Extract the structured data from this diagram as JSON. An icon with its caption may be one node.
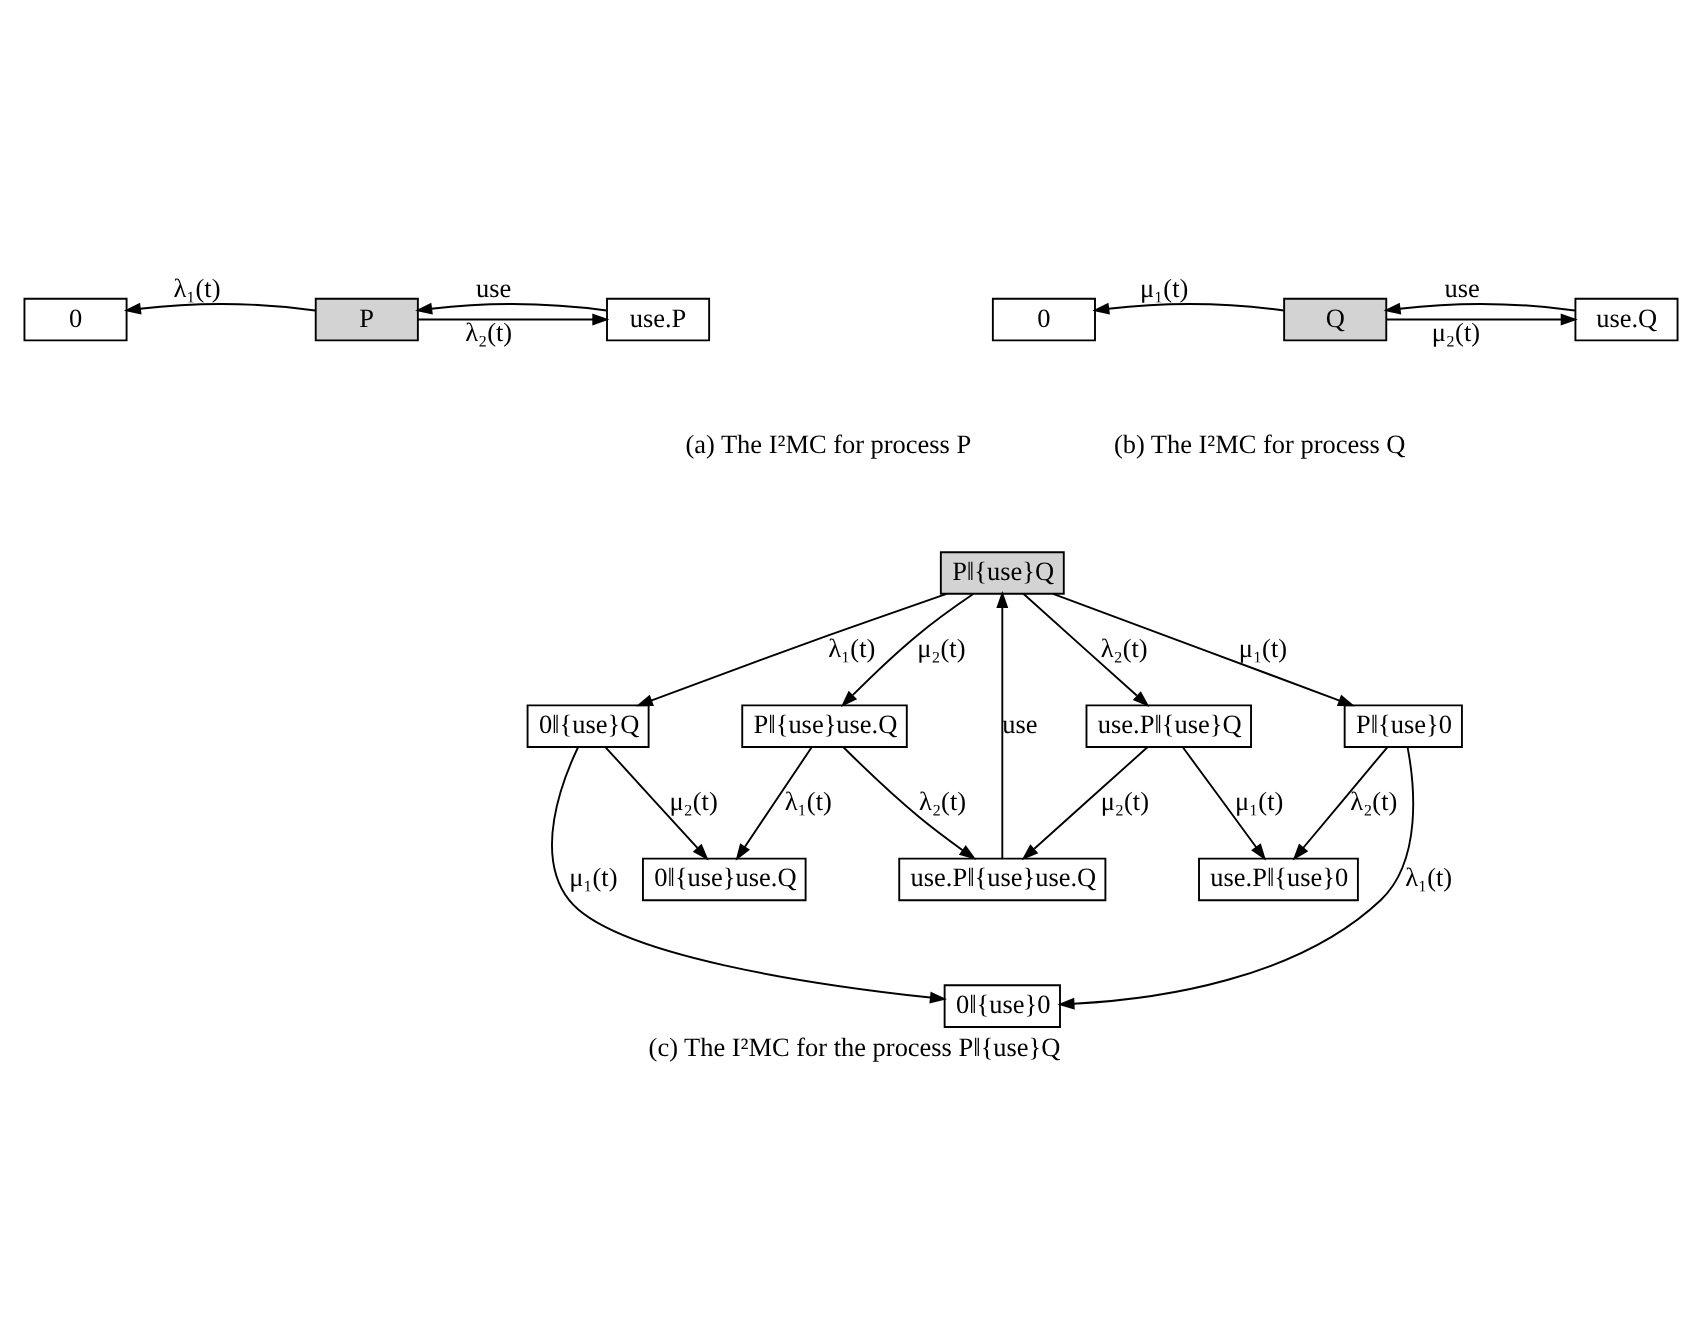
{
  "diagram": {
    "caption": "(c) The I²MC for the process P‖{use}Q",
    "nodes": [
      {
        "text": [
          "0"
        ]
      },
      {
        "text": [
          "P"
        ]
      },
      {
        "text": [
          "use.P"
        ]
      },
      {
        "text": [
          "0"
        ]
      },
      {
        "text": [
          "Q"
        ]
      },
      {
        "text": [
          "use.Q"
        ]
      },
      {
        "text": [
          "P‖{use}Q"
        ]
      },
      {
        "text": [
          "0‖{use}Q"
        ]
      },
      {
        "text": [
          "P‖{use}use.Q"
        ]
      },
      {
        "text": [
          "use.P‖{use}Q"
        ]
      },
      {
        "text": [
          "P‖{use}0"
        ]
      },
      {
        "text": [
          "0‖{use}use.Q"
        ]
      },
      {
        "text": [
          "use.P‖{use}use.Q"
        ]
      },
      {
        "text": [
          "use.P‖{use}0"
        ]
      },
      {
        "text": [
          "0‖{use}0"
        ]
      }
    ],
    "edges": [
      {
        "from": 1,
        "to": 0,
        "arrow": "to",
        "label": "λ₁(t)"
      },
      {
        "from": 1,
        "to": 2,
        "arrow": "to",
        "label": "λ₂(t)"
      },
      {
        "from": 2,
        "to": 1,
        "arrow": "to",
        "label": "use"
      },
      {
        "from": 4,
        "to": 3,
        "arrow": "to",
        "label": "μ₁(t)"
      },
      {
        "from": 4,
        "to": 5,
        "arrow": "to",
        "label": "μ₂(t)"
      },
      {
        "from": 5,
        "to": 4,
        "arrow": "to",
        "label": "use"
      },
      {
        "from": 6,
        "to": 7,
        "arrow": "to",
        "label": "λ₁(t)"
      },
      {
        "from": 6,
        "to": 8,
        "arrow": "to",
        "label": "μ₂(t)"
      },
      {
        "from": 6,
        "to": 9,
        "arrow": "to",
        "label": "λ₂(t)"
      },
      {
        "from": 6,
        "to": 10,
        "arrow": "to",
        "label": "μ₁(t)"
      },
      {
        "from": 12,
        "to": 6,
        "arrow": "to",
        "label": "use"
      },
      {
        "from": 7,
        "to": 11,
        "arrow": "to",
        "label": "μ₂(t)"
      },
      {
        "from": 8,
        "to": 11,
        "arrow": "to",
        "label": "λ₁(t)"
      },
      {
        "from": 8,
        "to": 12,
        "arrow": "to",
        "label": "λ₂(t)"
      },
      {
        "from": 9,
        "to": 12,
        "arrow": "to",
        "label": "μ₂(t)"
      },
      {
        "from": 9,
        "to": 13,
        "arrow": "to",
        "label": "μ₁(t)"
      },
      {
        "from": 10,
        "to": 13,
        "arrow": "to",
        "label": "λ₂(t)"
      },
      {
        "from": 7,
        "to": 14,
        "arrow": "to",
        "label": "μ₁(t)"
      },
      {
        "from": 10,
        "to": 14,
        "arrow": "to",
        "label": "λ₁(t)"
      }
    ],
    "labels": [
      "(a) The I²MC for process P",
      "(b) The I²MC for process Q"
    ]
  }
}
